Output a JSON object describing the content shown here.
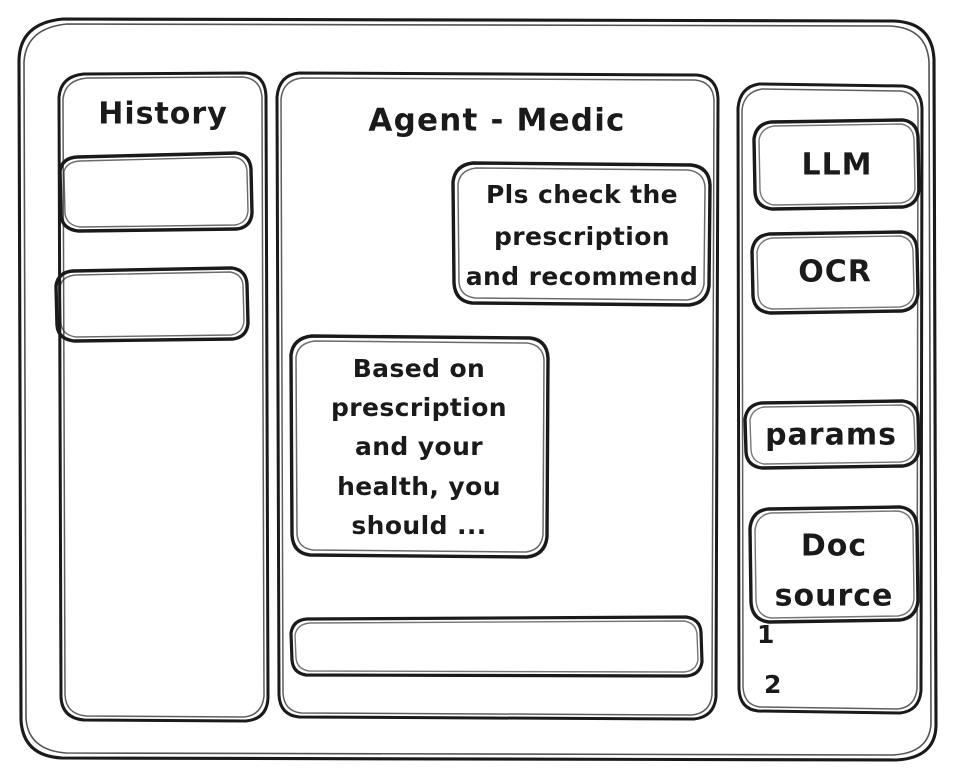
{
  "meta": {
    "style": "hand-drawn wireframe sketch",
    "stroke_color": "#1a1a1a",
    "background_color": "#ffffff"
  },
  "window": {
    "title": "Agent - Medic"
  },
  "sidebar_left": {
    "heading": "History",
    "items": [
      {
        "label": ""
      },
      {
        "label": ""
      }
    ]
  },
  "main": {
    "title": "Agent - Medic",
    "messages": [
      {
        "role": "user",
        "lines": [
          "Pls check the",
          "prescription",
          "and recommend"
        ]
      },
      {
        "role": "assistant",
        "lines": [
          "Based on",
          "prescription",
          "and your",
          "health, you",
          "should ..."
        ]
      }
    ],
    "composer": {
      "value": "",
      "placeholder": ""
    }
  },
  "sidebar_right": {
    "buttons": [
      {
        "label": "LLM"
      },
      {
        "label": "OCR"
      },
      {
        "label": "params"
      }
    ],
    "doc_source": {
      "lines": [
        "Doc",
        "source"
      ],
      "list": [
        "1",
        "2"
      ]
    }
  }
}
